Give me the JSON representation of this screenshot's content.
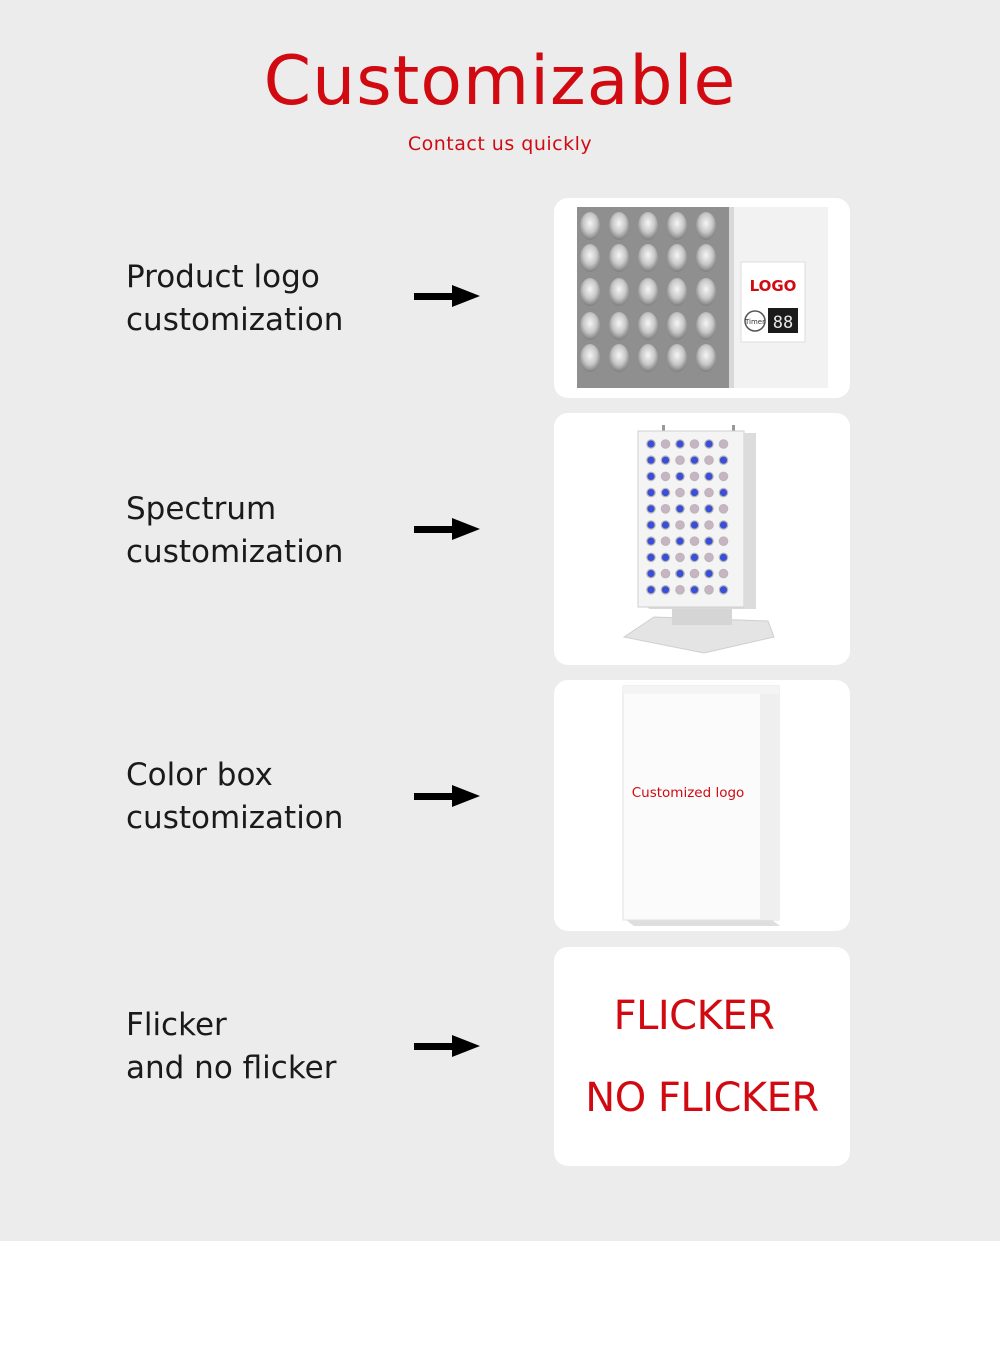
{
  "header": {
    "title": "Customizable",
    "subtitle": "Contact us quickly"
  },
  "rows": [
    {
      "line1": "Product logo",
      "line2": "customization",
      "image": {
        "logo_text": "LOGO",
        "timer_text": "Timer",
        "display_text": "88"
      }
    },
    {
      "line1": "Spectrum",
      "line2": "customization"
    },
    {
      "line1": "Color box",
      "line2": "customization",
      "image": {
        "box_text": "Customized logo"
      }
    },
    {
      "line1": "Flicker",
      "line2": "and no flicker",
      "image": {
        "flicker_text": "FLICKER",
        "no_flicker_text": "NO FLICKER"
      }
    }
  ],
  "colors": {
    "accent": "#d10a12",
    "panel": "#ececec",
    "text": "#1a1a1a",
    "led_red": "#c9b3c4",
    "led_blue": "#3b4fd6"
  }
}
